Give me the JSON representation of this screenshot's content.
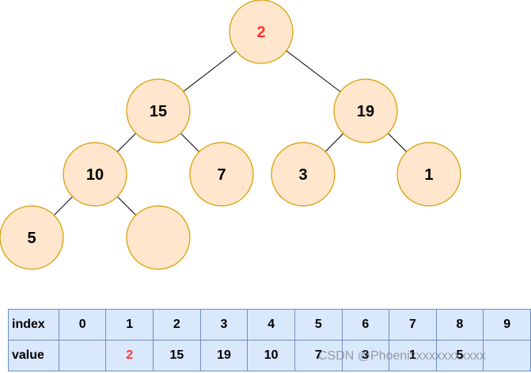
{
  "tree": {
    "nodes": [
      {
        "id": "n0",
        "label": "2",
        "highlight": true
      },
      {
        "id": "n1",
        "label": "15"
      },
      {
        "id": "n2",
        "label": "19"
      },
      {
        "id": "n3",
        "label": "10"
      },
      {
        "id": "n4",
        "label": "7"
      },
      {
        "id": "n5",
        "label": "3"
      },
      {
        "id": "n6",
        "label": "1"
      },
      {
        "id": "n7",
        "label": "5"
      },
      {
        "id": "n8",
        "label": ""
      }
    ],
    "edges": [
      [
        "n0",
        "n1"
      ],
      [
        "n0",
        "n2"
      ],
      [
        "n1",
        "n3"
      ],
      [
        "n1",
        "n4"
      ],
      [
        "n2",
        "n5"
      ],
      [
        "n2",
        "n6"
      ],
      [
        "n3",
        "n7"
      ],
      [
        "n3",
        "n8"
      ]
    ]
  },
  "array": {
    "index_header": "index",
    "value_header": "value",
    "indices": [
      "0",
      "1",
      "2",
      "3",
      "4",
      "5",
      "6",
      "7",
      "8",
      "9"
    ],
    "values": [
      "",
      "2",
      "15",
      "19",
      "10",
      "7",
      "3",
      "1",
      "5",
      ""
    ],
    "highlight_index": 1
  },
  "watermark": "CSDN @Phoenixxxxxxxxxxxx",
  "colors": {
    "node_fill": "#ffe6cc",
    "node_stroke": "#d79b00",
    "highlight_text": "#ff3333",
    "cell_fill": "#dae8fc",
    "cell_border": "#6c8ebf"
  }
}
